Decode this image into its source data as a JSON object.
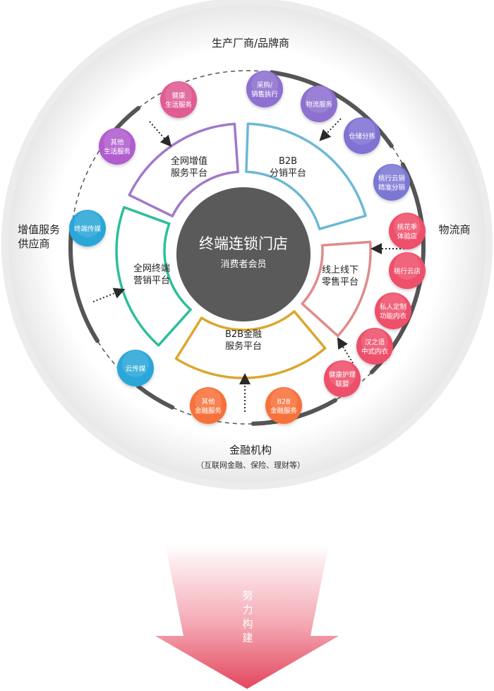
{
  "center": {
    "title": "终端连锁门店",
    "subtitle": "消费者会员"
  },
  "outer_labels": {
    "top": "生产厂商/品牌商",
    "right": "物流商",
    "left": [
      "增值服务",
      "供应商"
    ],
    "bottom": "金融机构",
    "bottom_note": "（互联网金融、保险、理财等）"
  },
  "segments": [
    {
      "lines": [
        "B2B",
        "分销平台"
      ],
      "color": "#6cb8d6"
    },
    {
      "lines": [
        "线上线下",
        "零售平台"
      ],
      "color": "#e08a8a"
    },
    {
      "lines": [
        "B2B金融",
        "服务平台"
      ],
      "color": "#dca62e"
    },
    {
      "lines": [
        "全网终端",
        "营销平台"
      ],
      "color": "#2bbf9b"
    },
    {
      "lines": [
        "全网增值",
        "服务平台"
      ],
      "color": "#a179c9"
    }
  ],
  "nodes": [
    {
      "lines": [
        "采购/",
        "销售执行"
      ],
      "color": "#8e6fd0"
    },
    {
      "lines": [
        "物流服务"
      ],
      "color": "#8e6fd0"
    },
    {
      "lines": [
        "仓储分拣"
      ],
      "color": "#7f72d3"
    },
    {
      "lines": [
        "桃行云销",
        "精准分销"
      ],
      "color": "#7d77d4"
    },
    {
      "lines": [
        "桃花季",
        "体验店"
      ],
      "color": "#ee4f6a"
    },
    {
      "lines": [
        "桃行云店"
      ],
      "color": "#ee4f6a"
    },
    {
      "lines": [
        "私人定制",
        "功能内衣"
      ],
      "color": "#ee4f6a"
    },
    {
      "lines": [
        "汉之语",
        "中式内衣"
      ],
      "color": "#ee4f6a"
    },
    {
      "lines": [
        "健康护理",
        "联盟"
      ],
      "color": "#ee4f6a"
    },
    {
      "lines": [
        "B2B",
        "金融服务"
      ],
      "color": "#f7713a"
    },
    {
      "lines": [
        "其他",
        "金融服务"
      ],
      "color": "#f7713a"
    },
    {
      "lines": [
        "云传媒"
      ],
      "color": "#2aa7d8"
    },
    {
      "lines": [
        "终端传媒"
      ],
      "color": "#2aa7d8"
    },
    {
      "lines": [
        "其他",
        "生活服务"
      ],
      "color": "#b15ccf"
    },
    {
      "lines": [
        "健康",
        "生活服务"
      ],
      "color": "#e05b93"
    }
  ],
  "arrow_text": "努力构建"
}
